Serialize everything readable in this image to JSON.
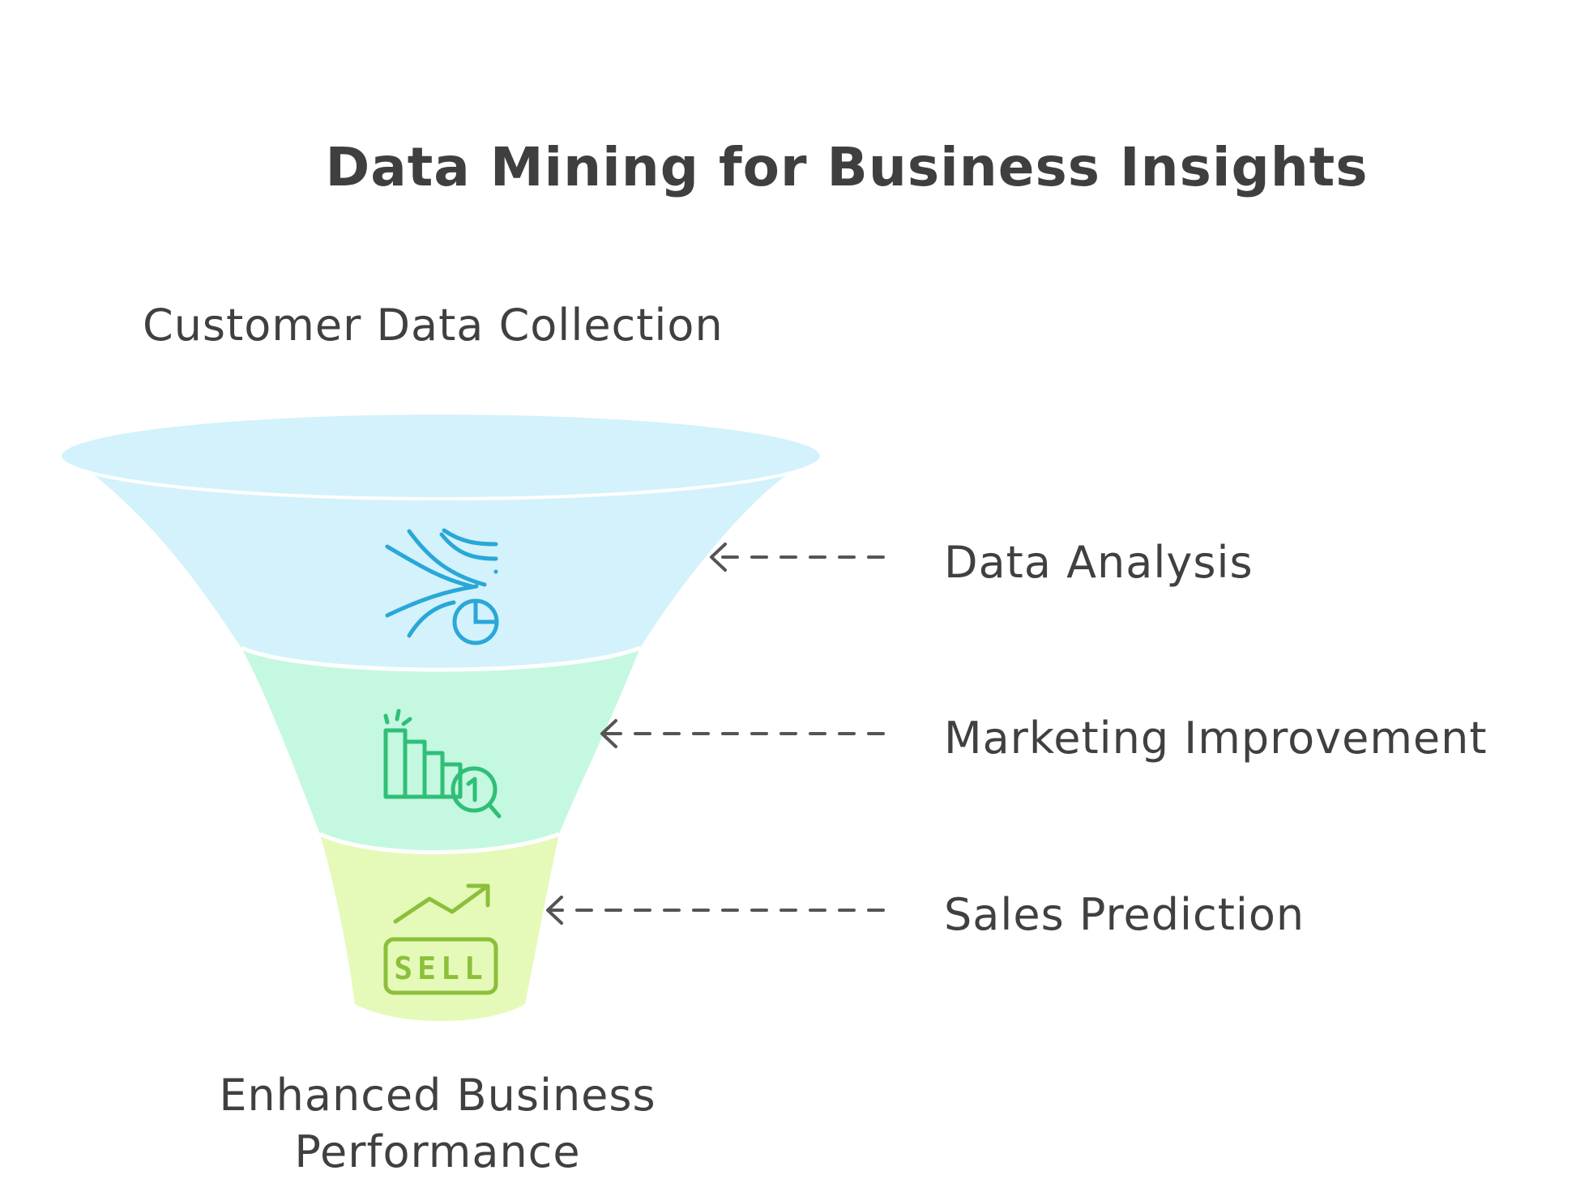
{
  "title": "Data Mining for Business Insights",
  "funnel": {
    "top_label": "Customer Data Collection",
    "bottom_label_line1": "Enhanced Business",
    "bottom_label_line2": "Performance",
    "stages": [
      {
        "label": "Data Analysis",
        "icon": "data-flow-pie-chart-icon",
        "color": "#d3f2fb",
        "icon_color": "#2aa7d8"
      },
      {
        "label": "Marketing Improvement",
        "icon": "bar-chart-magnifier-icon",
        "color": "#c5f8e0",
        "icon_color": "#2fbf78"
      },
      {
        "label": "Sales Prediction",
        "icon": "sell-trend-icon",
        "color": "#e5fab9",
        "icon_color": "#8cbf3a",
        "icon_text": "SELL"
      }
    ],
    "rim_color": "#d3f2fb",
    "arrow_color": "#555555"
  }
}
